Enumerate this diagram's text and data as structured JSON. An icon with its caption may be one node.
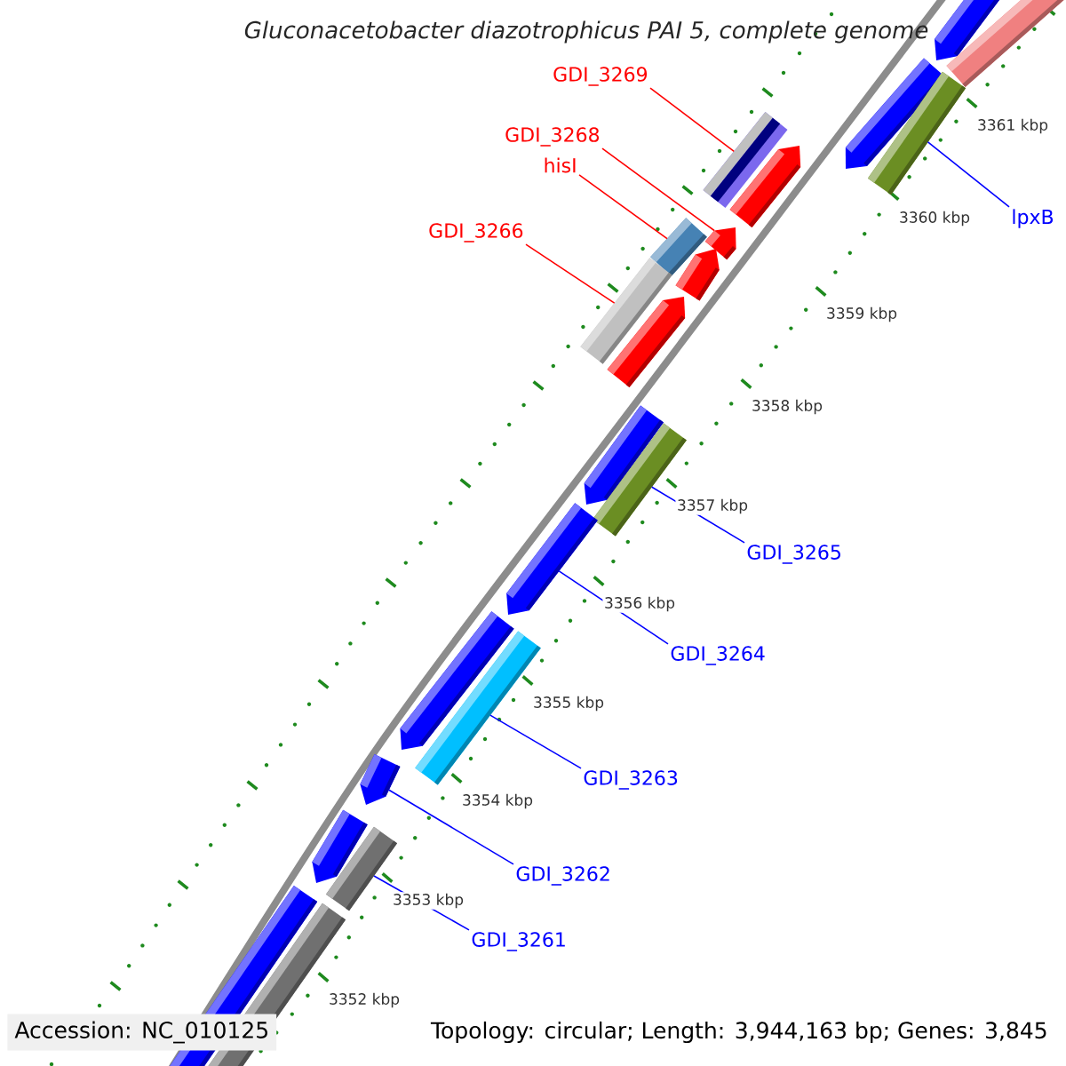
{
  "diagram": {
    "title": "Gluconacetobacter diazotrophicus PAI 5, complete genome",
    "nodes": [
      {
        "text": [
          "GDI_3269"
        ]
      },
      {
        "text": [],
        "shape": "bar"
      },
      {
        "text": [
          "GDI_3268"
        ]
      },
      {
        "text": [],
        "shape": "arrow"
      },
      {
        "text": [
          "hisI"
        ]
      },
      {
        "text": [],
        "shape": "bar"
      },
      {
        "text": [
          "GDI_3266"
        ]
      },
      {
        "text": [],
        "shape": "bar"
      },
      {
        "text": [
          "lpxB"
        ]
      },
      {
        "text": [],
        "shape": "bar"
      },
      {
        "text": [
          "GDI_3265"
        ]
      },
      {
        "text": [],
        "shape": "bar"
      },
      {
        "text": [
          "GDI_3264"
        ]
      },
      {
        "text": [],
        "shape": "arrow"
      },
      {
        "text": [
          "GDI_3263"
        ]
      },
      {
        "text": [],
        "shape": "bar"
      },
      {
        "text": [
          "GDI_3262"
        ]
      },
      {
        "text": [],
        "shape": "arrow"
      },
      {
        "text": [
          "GDI_3261"
        ]
      },
      {
        "text": [],
        "shape": "bar"
      }
    ],
    "edges": [
      {
        "from": 0,
        "to": 1,
        "arrow": "none",
        "color": "#ff0000"
      },
      {
        "from": 2,
        "to": 3,
        "arrow": "none",
        "color": "#ff0000"
      },
      {
        "from": 4,
        "to": 5,
        "arrow": "none",
        "color": "#ff0000"
      },
      {
        "from": 6,
        "to": 7,
        "arrow": "none",
        "color": "#ff0000"
      },
      {
        "from": 8,
        "to": 9,
        "arrow": "none"
      },
      {
        "from": 10,
        "to": 11,
        "arrow": "none"
      },
      {
        "from": 12,
        "to": 13,
        "arrow": "none"
      },
      {
        "from": 14,
        "to": 15,
        "arrow": "none"
      },
      {
        "from": 16,
        "to": 17,
        "arrow": "none"
      },
      {
        "from": 18,
        "to": 19,
        "arrow": "none"
      }
    ],
    "labels": [
      "3361 kbp",
      "3360 kbp",
      "3359 kbp",
      "3358 kbp",
      "3357 kbp",
      "3356 kbp",
      "3355 kbp",
      "3354 kbp",
      "3353 kbp",
      "3352 kbp",
      "Accession: NC_010125",
      "Topology: circular; Length: 3,944,163 bp; Genes: 3,845"
    ]
  }
}
